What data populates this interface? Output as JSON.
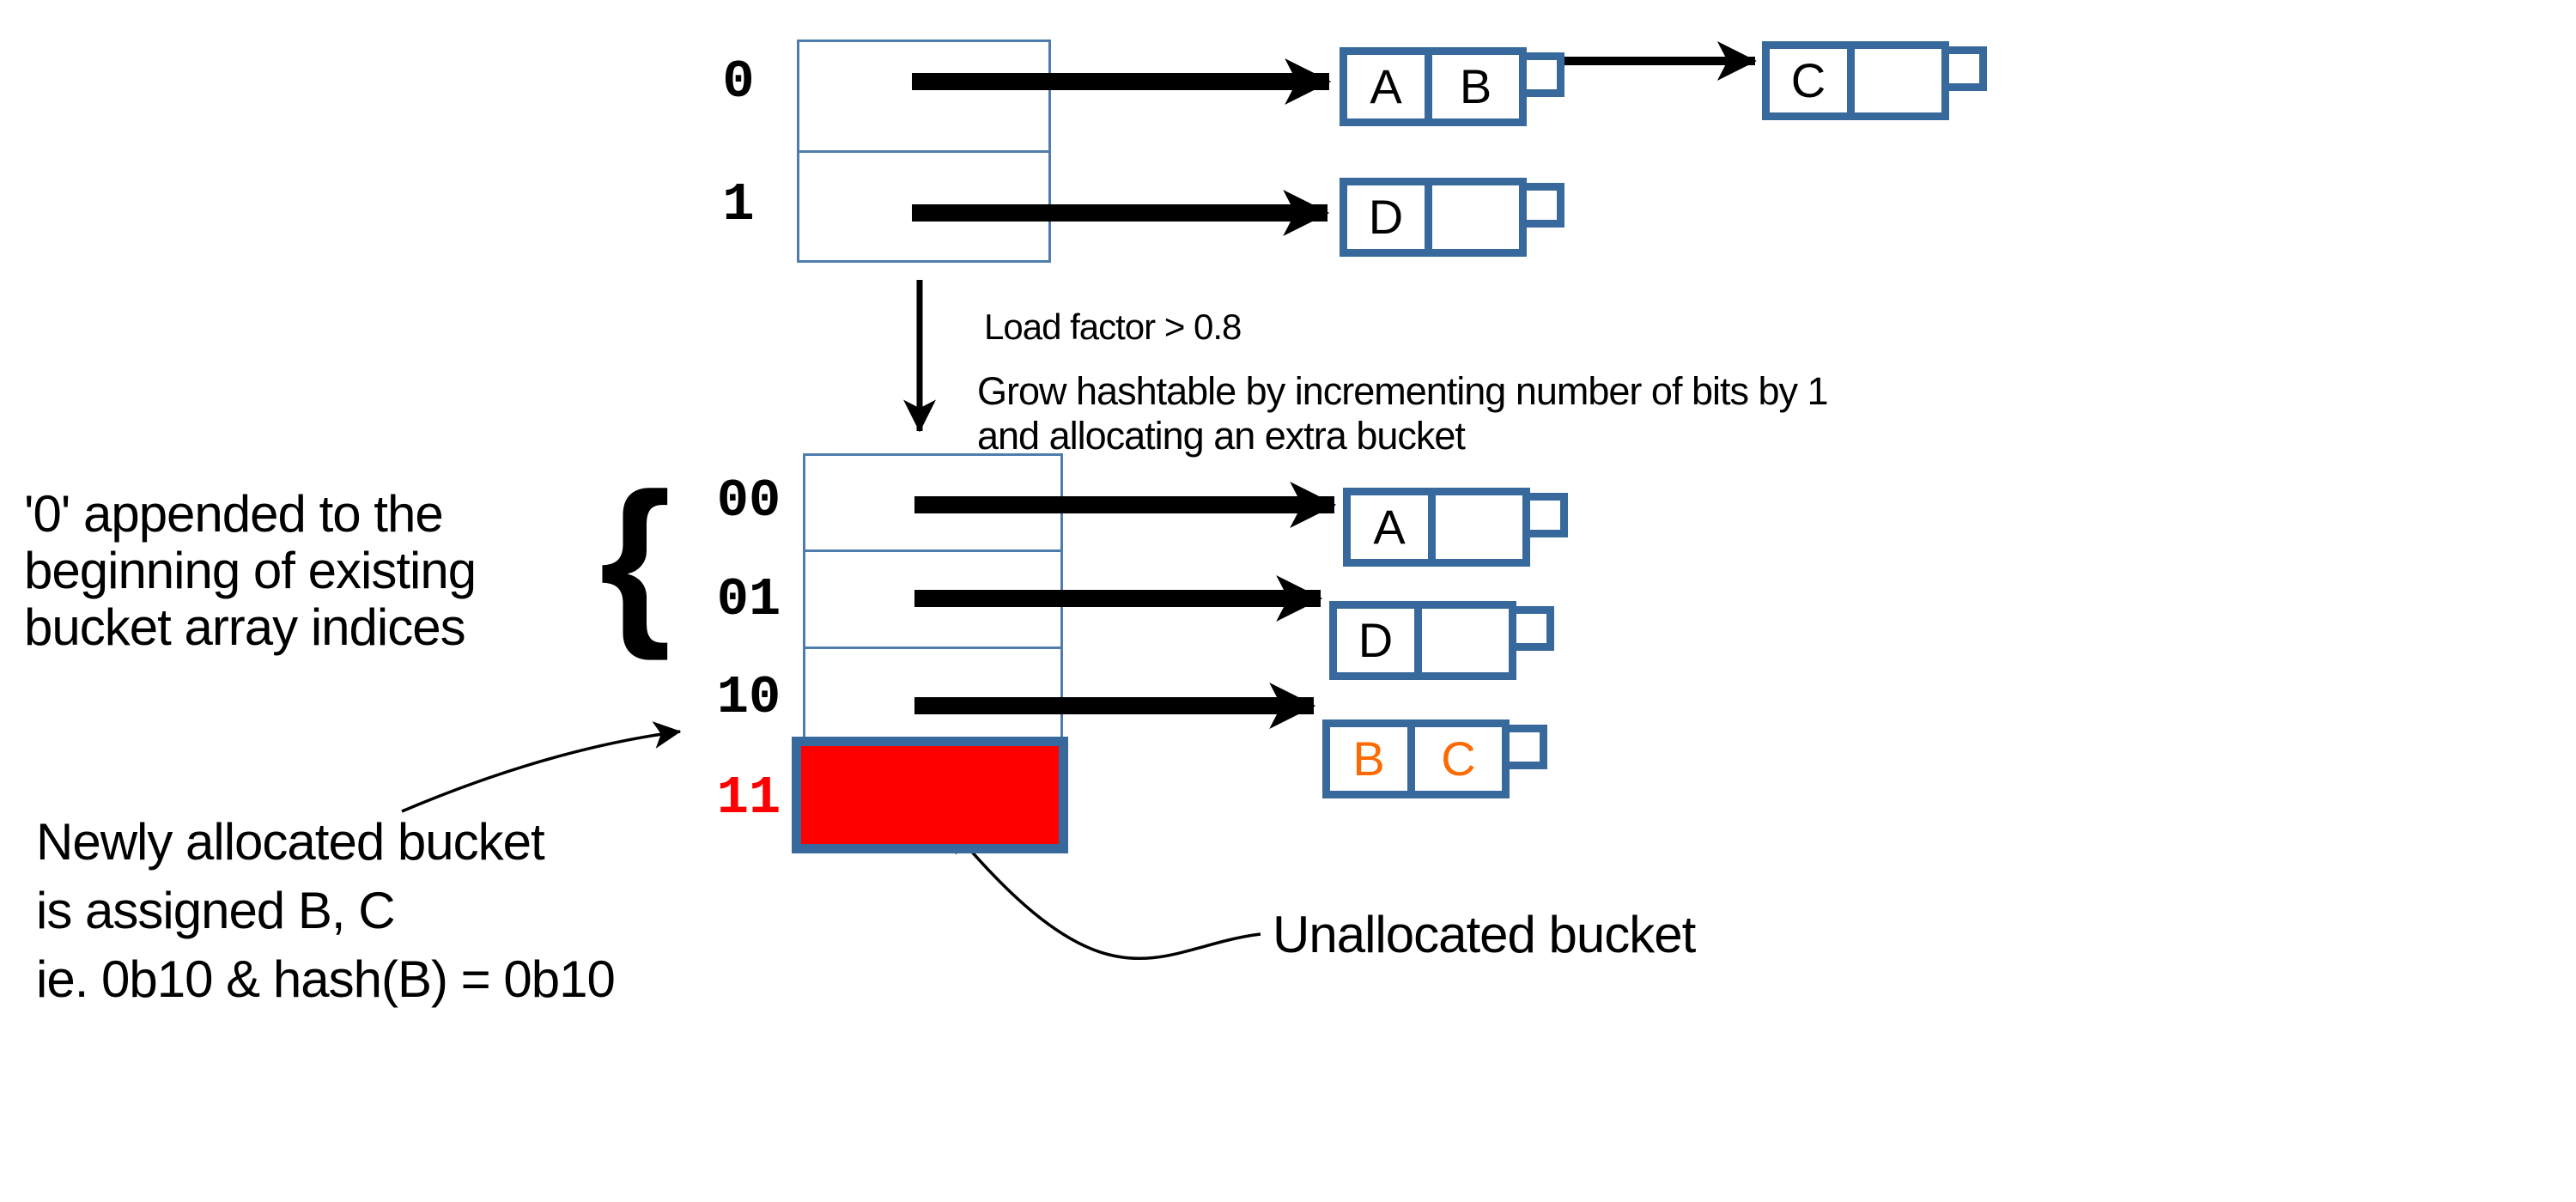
{
  "top_array": {
    "rows": [
      "0",
      "1"
    ]
  },
  "bottom_array": {
    "rows": [
      "00",
      "01",
      "10",
      "11"
    ]
  },
  "nodes_top": {
    "ab": {
      "c1": "A",
      "c2": "B"
    },
    "c": {
      "c1": "C",
      "c2": ""
    },
    "d": {
      "c1": "D",
      "c2": ""
    }
  },
  "nodes_bottom": {
    "a": {
      "c1": "A",
      "c2": ""
    },
    "d": {
      "c1": "D",
      "c2": ""
    },
    "bc": {
      "c1": "B",
      "c2": "C"
    }
  },
  "transition": {
    "condition": "Load factor > 0.8",
    "grow_line1": "Grow hashtable by incrementing number of bits by 1",
    "grow_line2": "and allocating an extra bucket"
  },
  "annotations": {
    "appended": {
      "line1": "'0' appended to the",
      "line2": "beginning of existing",
      "line3": "bucket array indices",
      "brace_glyph": "{"
    },
    "newly": {
      "line1": "Newly allocated bucket",
      "line2": "is assigned B, C",
      "line3": "ie. 0b10 & hash(B) = 0b10"
    },
    "unallocated": "Unallocated bucket"
  },
  "colors": {
    "node_border": "#38699C",
    "array_border": "#4E7DAD",
    "highlight_fill": "#FF0000",
    "highlight_index": "#FF0000",
    "moved_entries": "#FC6A03",
    "arrow": "#000000"
  }
}
